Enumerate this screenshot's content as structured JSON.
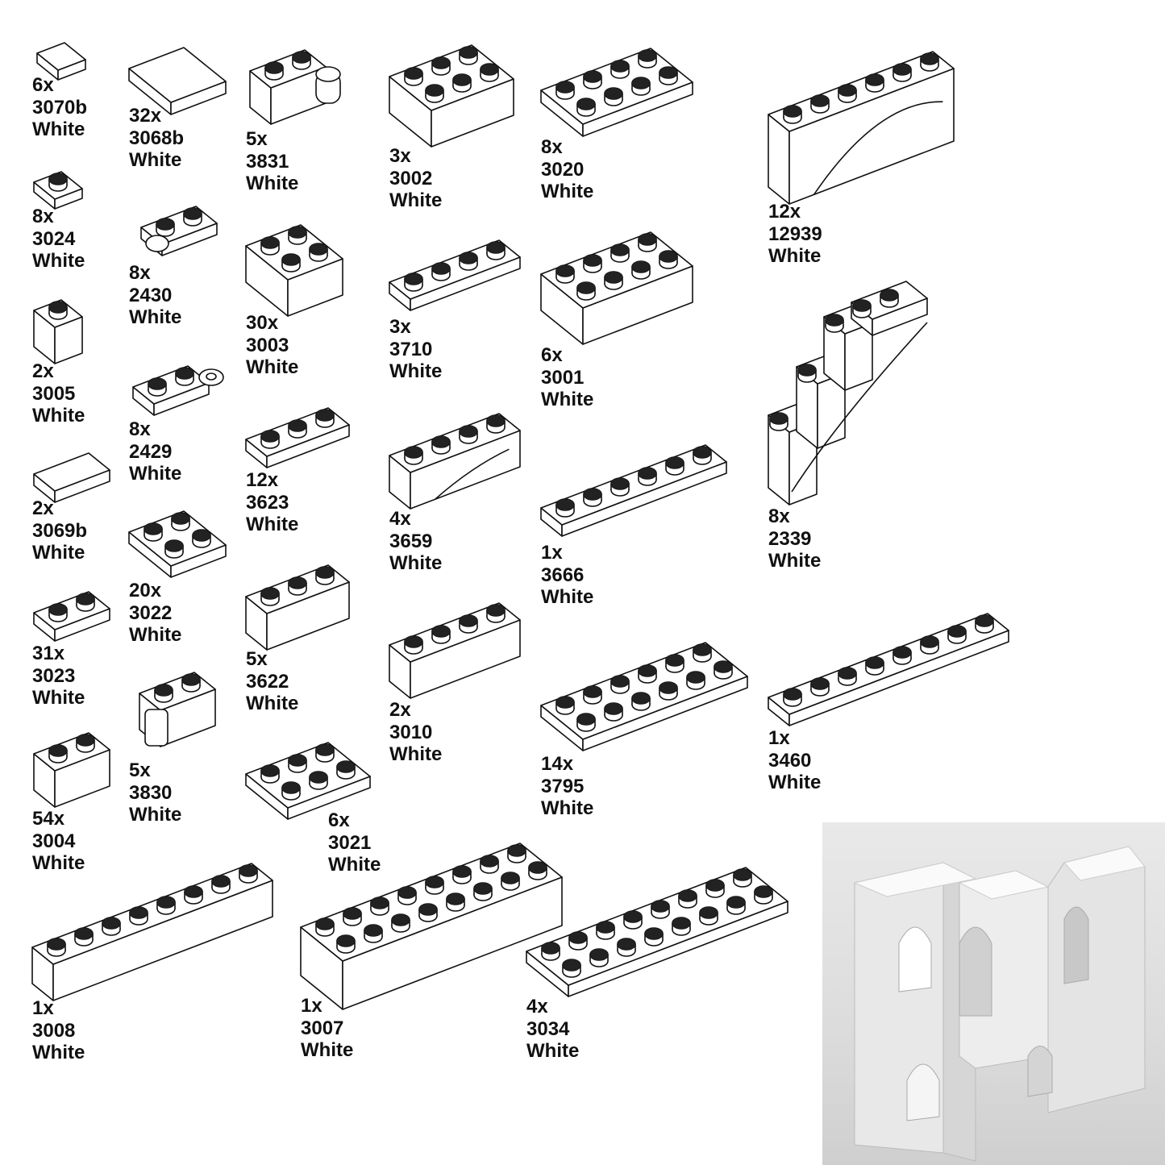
{
  "parts": [
    {
      "qty": "6x",
      "id": "3070b",
      "color": "White",
      "kind": "tile"
    },
    {
      "qty": "8x",
      "id": "3024",
      "color": "White",
      "kind": "plate"
    },
    {
      "qty": "2x",
      "id": "3005",
      "color": "White",
      "kind": "brick"
    },
    {
      "qty": "2x",
      "id": "3069b",
      "color": "White",
      "kind": "tile"
    },
    {
      "qty": "31x",
      "id": "3023",
      "color": "White",
      "kind": "plate"
    },
    {
      "qty": "54x",
      "id": "3004",
      "color": "White",
      "kind": "brick"
    },
    {
      "qty": "1x",
      "id": "3008",
      "color": "White",
      "kind": "brick"
    },
    {
      "qty": "32x",
      "id": "3068b",
      "color": "White",
      "kind": "tile"
    },
    {
      "qty": "8x",
      "id": "2430",
      "color": "White",
      "kind": "hinge-plate"
    },
    {
      "qty": "8x",
      "id": "2429",
      "color": "White",
      "kind": "hinge-plate"
    },
    {
      "qty": "20x",
      "id": "3022",
      "color": "White",
      "kind": "plate"
    },
    {
      "qty": "5x",
      "id": "3830",
      "color": "White",
      "kind": "hinge-brick"
    },
    {
      "qty": "5x",
      "id": "3831",
      "color": "White",
      "kind": "hinge-brick"
    },
    {
      "qty": "30x",
      "id": "3003",
      "color": "White",
      "kind": "brick"
    },
    {
      "qty": "12x",
      "id": "3623",
      "color": "White",
      "kind": "plate"
    },
    {
      "qty": "5x",
      "id": "3622",
      "color": "White",
      "kind": "brick"
    },
    {
      "qty": "6x",
      "id": "3021",
      "color": "White",
      "kind": "plate"
    },
    {
      "qty": "3x",
      "id": "3002",
      "color": "White",
      "kind": "brick"
    },
    {
      "qty": "3x",
      "id": "3710",
      "color": "White",
      "kind": "plate"
    },
    {
      "qty": "4x",
      "id": "3659",
      "color": "White",
      "kind": "arch"
    },
    {
      "qty": "2x",
      "id": "3010",
      "color": "White",
      "kind": "brick"
    },
    {
      "qty": "1x",
      "id": "3007",
      "color": "White",
      "kind": "brick"
    },
    {
      "qty": "8x",
      "id": "3020",
      "color": "White",
      "kind": "plate"
    },
    {
      "qty": "6x",
      "id": "3001",
      "color": "White",
      "kind": "brick"
    },
    {
      "qty": "1x",
      "id": "3666",
      "color": "White",
      "kind": "plate"
    },
    {
      "qty": "14x",
      "id": "3795",
      "color": "White",
      "kind": "plate"
    },
    {
      "qty": "4x",
      "id": "3034",
      "color": "White",
      "kind": "plate"
    },
    {
      "qty": "12x",
      "id": "12939",
      "color": "White",
      "kind": "arch"
    },
    {
      "qty": "8x",
      "id": "2339",
      "color": "White",
      "kind": "arch"
    },
    {
      "qty": "1x",
      "id": "3460",
      "color": "White",
      "kind": "plate"
    }
  ],
  "colors": {
    "line": "#111111",
    "fill": "#ffffff",
    "photo_bg": "#dedede",
    "model": "#f2f2f2"
  }
}
